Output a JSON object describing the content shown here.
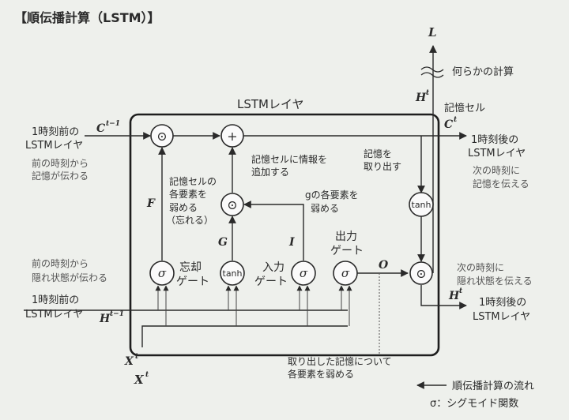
{
  "title": "【順伝播計算（LSTM）】",
  "layer_label": "LSTMレイヤ",
  "top": {
    "L": "L",
    "misc": "何らかの計算",
    "H_out_top": "H",
    "t_sup": "t",
    "mem_cell": "記憶セル",
    "C_out": "C",
    "C_out_sup": "t"
  },
  "left": {
    "prev_lstm_top_1": "1時刻前の",
    "prev_lstm_top_2": "LSTMレイヤ",
    "c_prev": "C",
    "c_prev_sup": "t−1",
    "mem_pass_1": "前の時刻から",
    "mem_pass_2": "記憶が伝わる",
    "hid_pass_1": "前の時刻から",
    "hid_pass_2": "隠れ状態が伝わる",
    "prev_lstm_bot_1": "1時刻前の",
    "prev_lstm_bot_2": "LSTMレイヤ",
    "h_prev": "H",
    "h_prev_sup": "t−1",
    "x_in": "X",
    "x_in_sup": "t",
    "x_bottom": "X",
    "x_bottom_sup": "t"
  },
  "right": {
    "next_lstm_top_1": "1時刻後の",
    "next_lstm_top_2": "LSTMレイヤ",
    "next_mem_1": "次の時刻に",
    "next_mem_2": "記憶を伝える",
    "next_hid_1": "次の時刻に",
    "next_hid_2": "隠れ状態を伝える",
    "h_out": "H",
    "h_out_sup": "t",
    "next_lstm_bot_1": "1時刻後の",
    "next_lstm_bot_2": "LSTMレイヤ"
  },
  "inside": {
    "add_info_1": "記憶セルに情報を",
    "add_info_2": "追加する",
    "take_out_1": "記憶を",
    "take_out_2": "取り出す",
    "weaken_1": "記憶セルの",
    "weaken_2": "各要素を",
    "weaken_3": "弱める",
    "weaken_4": "（忘れる）",
    "g_weaken_1": "gの各要素を",
    "g_weaken_2": "弱める",
    "F": "F",
    "G": "G",
    "I": "I",
    "O": "O",
    "forget_1": "忘却",
    "forget_2": "ゲート",
    "input_1": "入力",
    "input_2": "ゲート",
    "output_1": "出力",
    "output_2": "ゲート"
  },
  "nodes": {
    "mul": "⊙",
    "add": "+",
    "sigma": "σ",
    "tanh": "tanh"
  },
  "bottom": {
    "note_1": "取り出した記憶について",
    "note_2": "各要素を弱める",
    "legend_flow": "順伝播計算の流れ",
    "legend_sigma": "σ：シグモイド関数"
  }
}
